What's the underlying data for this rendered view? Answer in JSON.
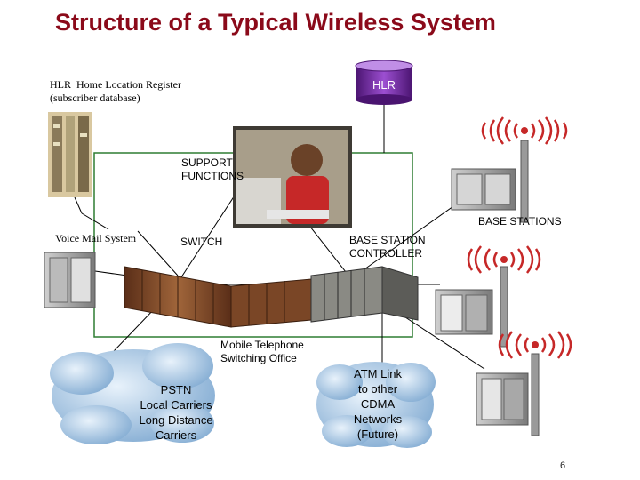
{
  "title": "Structure of a Typical Wireless System",
  "hlr_desc": [
    "HLR  Home Location Register",
    "(subscriber database)"
  ],
  "hlr_label": "HLR",
  "voice_mail": "Voice Mail System",
  "support": [
    "SUPPORT",
    "FUNCTIONS"
  ],
  "switch": "SWITCH",
  "bsc": [
    "BASE STATION",
    "CONTROLLER"
  ],
  "base_stations": "BASE STATIONS",
  "mtso": [
    "Mobile Telephone",
    "Switching Office"
  ],
  "pstn": [
    "PSTN",
    "Local Carriers",
    "Long Distance",
    "Carriers"
  ],
  "atm": [
    "ATM Link",
    "to other",
    "CDMA",
    "Networks",
    "(Future)"
  ],
  "page_number": "6",
  "colors": {
    "title": "#8b0a1a",
    "frame": "#2e7d32",
    "hlr": "#7b2fa8",
    "signal": "#c62828"
  }
}
